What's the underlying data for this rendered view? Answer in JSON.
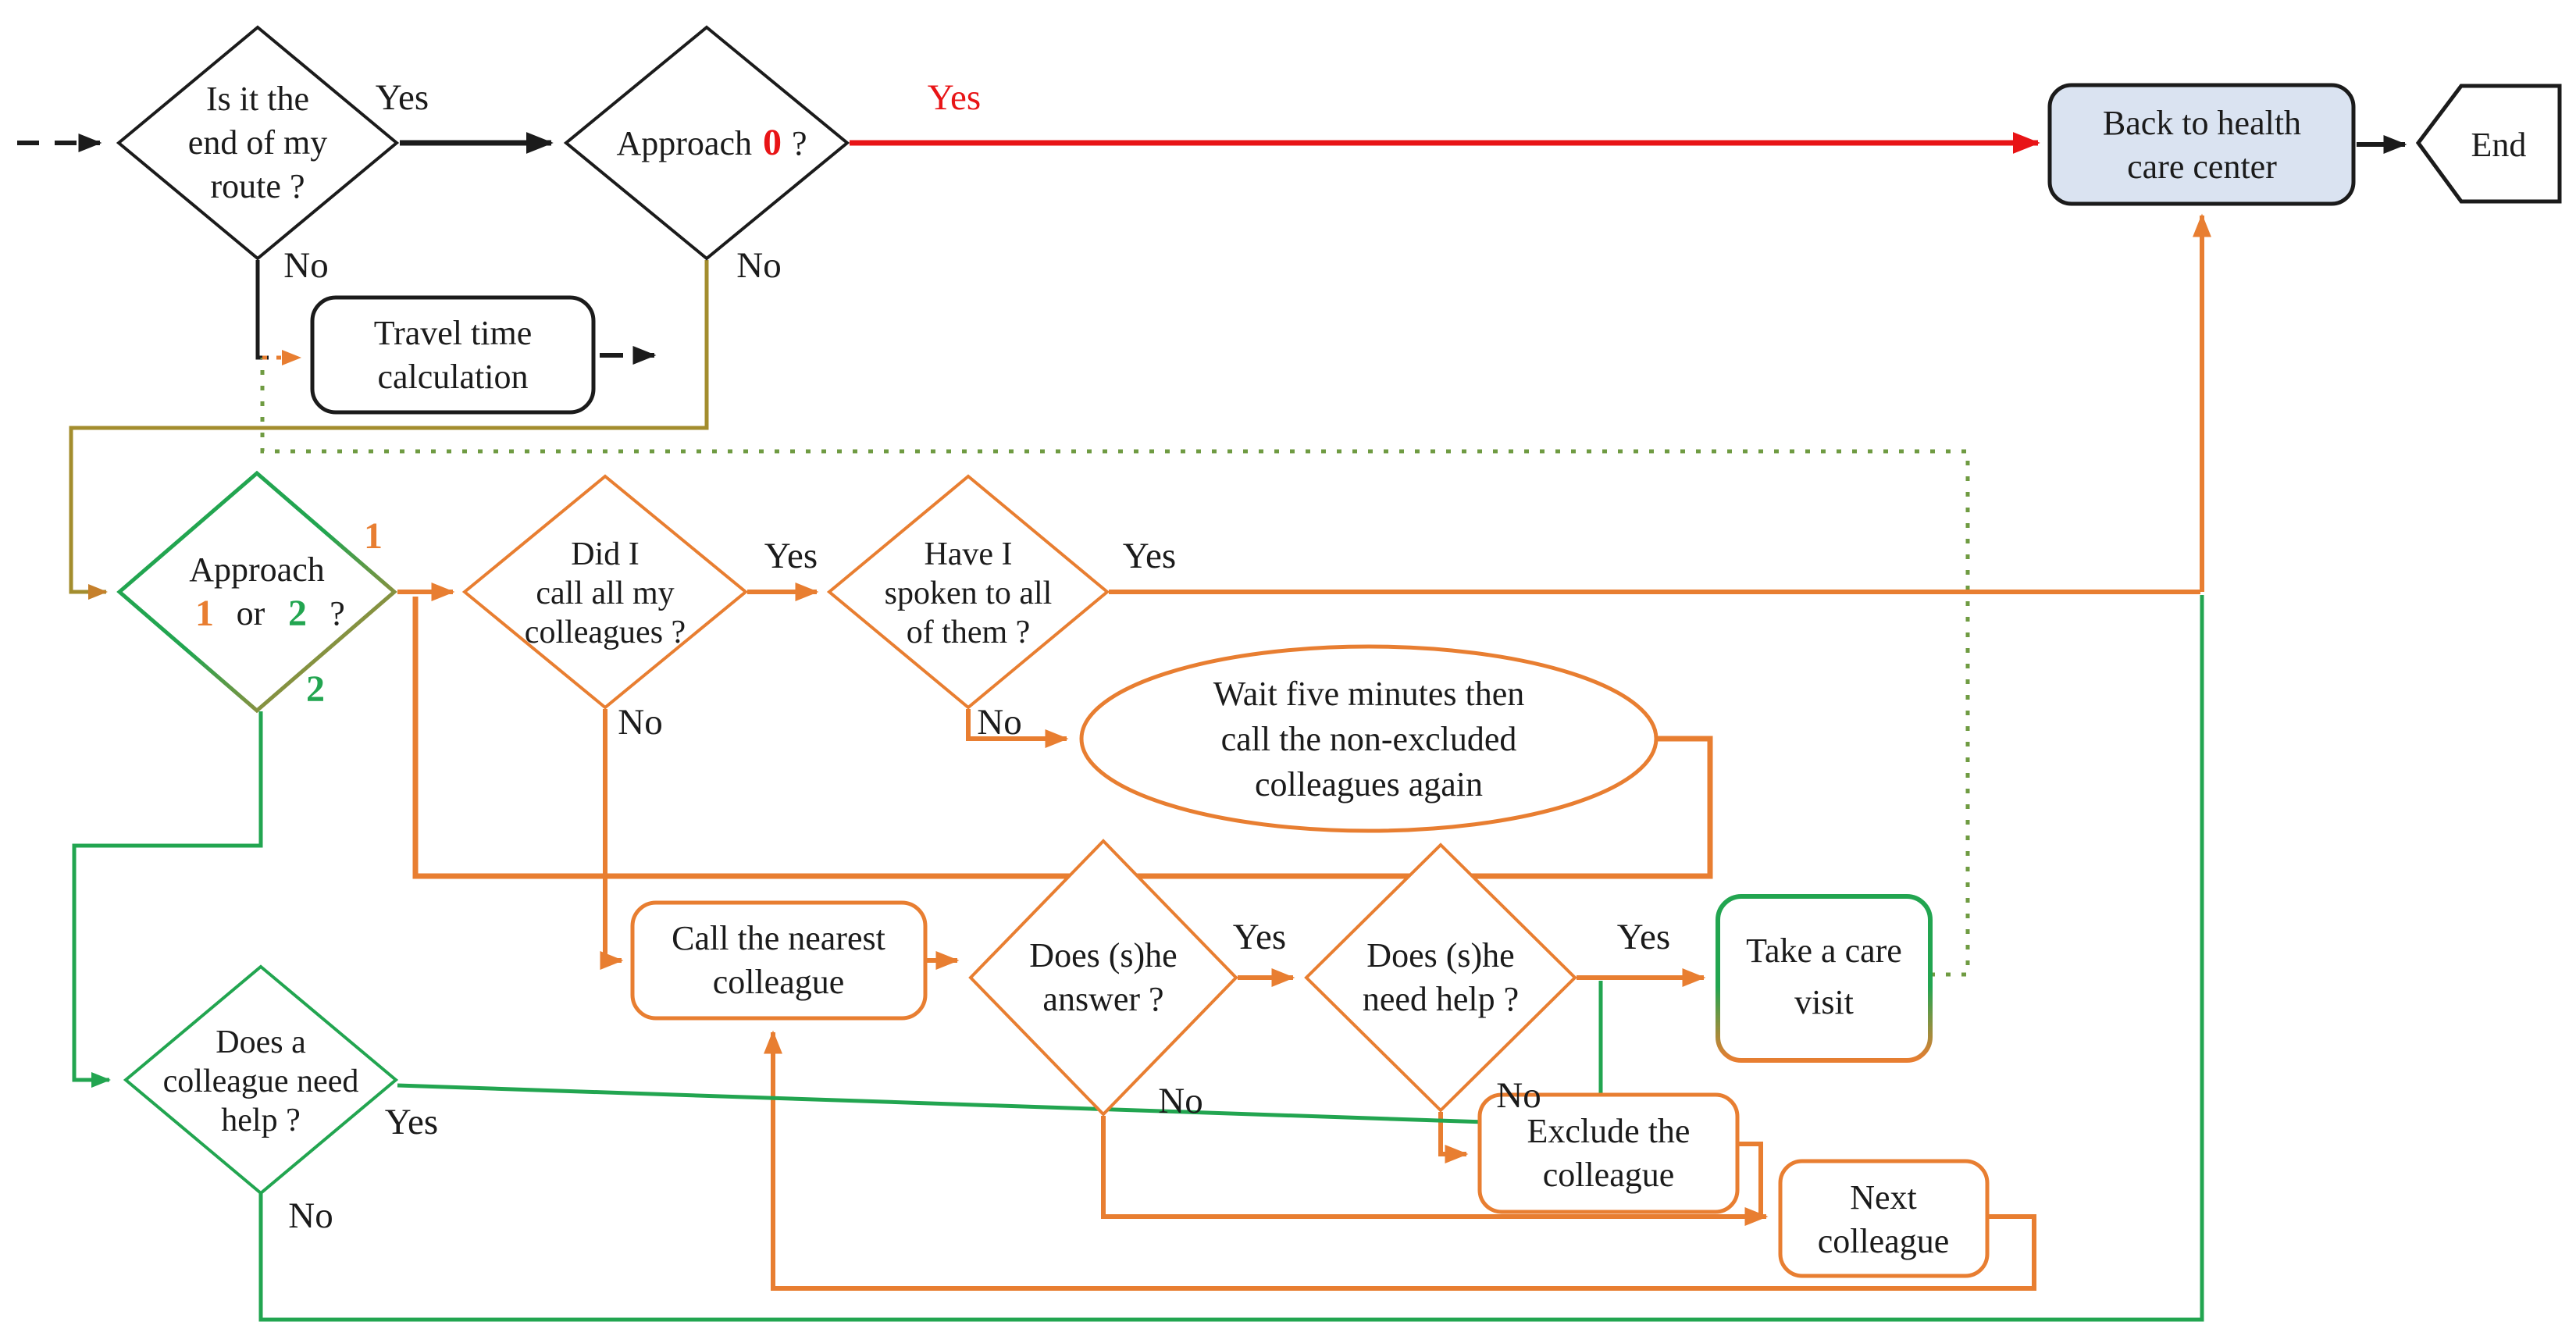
{
  "figure": {
    "kind": "flowchart",
    "description": "Care visit routing flowchart with approaches 0, 1 and 2"
  },
  "colors": {
    "black": "#1b1b1b",
    "red": "#e81416",
    "orange": "#e87e31",
    "green": "#22a550",
    "olive": "#a38d2e",
    "olive_arrow": "#c5802b",
    "dotted": "#6f9b42",
    "box_blue_fill": "#dae3f1",
    "white": "#ffffff"
  },
  "labels": {
    "yes": "Yes",
    "no": "No",
    "one": "1",
    "two": "2"
  },
  "nodes": {
    "end_route": {
      "lines": [
        "Is it the",
        "end of my",
        "route ?"
      ]
    },
    "approach0": {
      "part1": "Approach",
      "num": "0",
      "q": "?"
    },
    "back_to_hcc": {
      "lines": [
        "Back to health",
        "care center"
      ]
    },
    "end": {
      "label": "End"
    },
    "travel_time": {
      "lines": [
        "Travel time",
        "calculation"
      ]
    },
    "approach12": {
      "line1": "Approach",
      "n1": "1",
      "or": "or",
      "n2": "2",
      "q": "?"
    },
    "did_i_call": {
      "lines": [
        "Did I",
        "call all my",
        "colleagues ?"
      ]
    },
    "have_i_spoken": {
      "lines": [
        "Have I",
        "spoken to all",
        "of them ?"
      ]
    },
    "wait_five": {
      "lines": [
        "Wait five minutes then",
        "call the non-excluded",
        "colleagues again"
      ]
    },
    "call_nearest": {
      "lines": [
        "Call the nearest",
        "colleague"
      ]
    },
    "does_answer": {
      "lines": [
        "Does (s)he",
        "answer ?"
      ]
    },
    "does_need_help": {
      "lines": [
        "Does (s)he",
        "need help ?"
      ]
    },
    "take_care_visit": {
      "lines": [
        "Take a care",
        "visit"
      ]
    },
    "colleague_need_help": {
      "lines": [
        "Does a",
        "colleague need",
        "help ?"
      ]
    },
    "exclude": {
      "lines": [
        "Exclude the",
        "colleague"
      ]
    },
    "next_colleague": {
      "lines": [
        "Next",
        "colleague"
      ]
    }
  },
  "edges": [
    {
      "from": "start",
      "to": "end_route",
      "style": "dashed-black"
    },
    {
      "from": "end_route",
      "to": "approach0",
      "label": "Yes",
      "color": "black"
    },
    {
      "from": "end_route",
      "to": "travel_time",
      "label": "No",
      "color": "black"
    },
    {
      "from": "travel_time",
      "to": "out",
      "style": "dashed-black"
    },
    {
      "from": "approach0",
      "to": "back_to_hcc",
      "label": "Yes",
      "color": "red"
    },
    {
      "from": "approach0",
      "to": "approach12",
      "label": "No",
      "color": "olive"
    },
    {
      "from": "back_to_hcc",
      "to": "end",
      "color": "black"
    },
    {
      "from": "approach12",
      "to": "did_i_call",
      "label": "1",
      "color": "orange"
    },
    {
      "from": "approach12",
      "to": "colleague_need_help",
      "label": "2",
      "color": "green"
    },
    {
      "from": "did_i_call",
      "to": "have_i_spoken",
      "label": "Yes",
      "color": "orange"
    },
    {
      "from": "did_i_call",
      "to": "call_nearest",
      "label": "No",
      "color": "orange"
    },
    {
      "from": "have_i_spoken",
      "to": "back_to_hcc",
      "label": "Yes",
      "color": "orange"
    },
    {
      "from": "have_i_spoken",
      "to": "wait_five",
      "label": "No",
      "color": "orange"
    },
    {
      "from": "wait_five",
      "to": "did_i_call",
      "color": "orange"
    },
    {
      "from": "call_nearest",
      "to": "does_answer",
      "color": "orange"
    },
    {
      "from": "does_answer",
      "to": "does_need_help",
      "label": "Yes",
      "color": "orange"
    },
    {
      "from": "does_answer",
      "to": "next_colleague",
      "label": "No",
      "color": "orange"
    },
    {
      "from": "does_need_help",
      "to": "take_care_visit",
      "label": "Yes",
      "color": "orange"
    },
    {
      "from": "does_need_help",
      "to": "exclude",
      "label": "No",
      "color": "orange"
    },
    {
      "from": "exclude",
      "to": "next_colleague",
      "color": "orange"
    },
    {
      "from": "next_colleague",
      "to": "call_nearest",
      "color": "orange"
    },
    {
      "from": "take_care_visit",
      "to": "travel_time",
      "style": "dotted"
    },
    {
      "from": "colleague_need_help",
      "to": "take_care_visit",
      "label": "Yes",
      "color": "green"
    },
    {
      "from": "colleague_need_help",
      "to": "back_to_hcc",
      "label": "No",
      "color": "green"
    }
  ]
}
